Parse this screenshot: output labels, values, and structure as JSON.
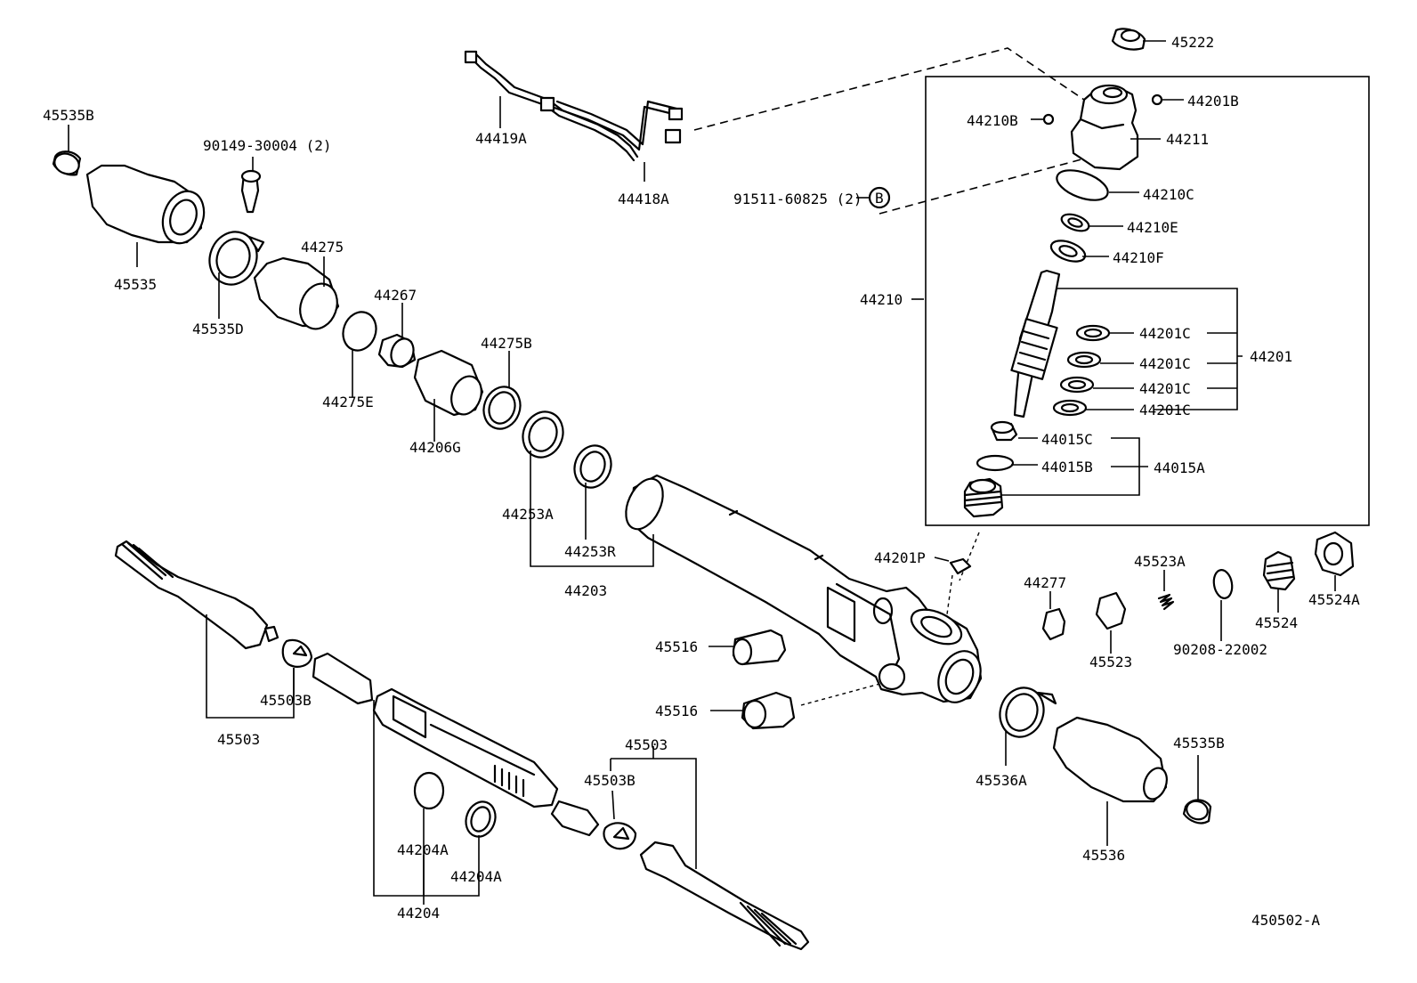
{
  "diagram_id": "450502-A",
  "circle_marker": "B",
  "parts": [
    {
      "id": "p45222",
      "text": "45222"
    },
    {
      "id": "p44201B",
      "text": "44201B"
    },
    {
      "id": "p44210B",
      "text": "44210B"
    },
    {
      "id": "p44211",
      "text": "44211"
    },
    {
      "id": "p44210C_top",
      "text": "44210C"
    },
    {
      "id": "p91511",
      "text": "91511-60825 (2)"
    },
    {
      "id": "p44210E",
      "text": "44210E"
    },
    {
      "id": "p44210F",
      "text": "44210F"
    },
    {
      "id": "p44210",
      "text": "44210"
    },
    {
      "id": "p44201C_1",
      "text": "44201C"
    },
    {
      "id": "p44201C_2",
      "text": "44201C"
    },
    {
      "id": "p44201C_3",
      "text": "44201C"
    },
    {
      "id": "p44201C_4",
      "text": "44201C"
    },
    {
      "id": "p44201",
      "text": "44201"
    },
    {
      "id": "p44015C",
      "text": "44015C"
    },
    {
      "id": "p44015B",
      "text": "44015B"
    },
    {
      "id": "p44015A",
      "text": "44015A"
    },
    {
      "id": "p44419A",
      "text": "44419A"
    },
    {
      "id": "p44418A",
      "text": "44418A"
    },
    {
      "id": "p45535B_top",
      "text": "45535B"
    },
    {
      "id": "p90149",
      "text": "90149-30004 (2)"
    },
    {
      "id": "p45535",
      "text": "45535"
    },
    {
      "id": "p44275",
      "text": "44275"
    },
    {
      "id": "p45535D",
      "text": "45535D"
    },
    {
      "id": "p44267",
      "text": "44267"
    },
    {
      "id": "p44275E",
      "text": "44275E"
    },
    {
      "id": "p44275B",
      "text": "44275B"
    },
    {
      "id": "p44206G",
      "text": "44206G"
    },
    {
      "id": "p44253A",
      "text": "44253A"
    },
    {
      "id": "p44253R",
      "text": "44253R"
    },
    {
      "id": "p44203",
      "text": "44203"
    },
    {
      "id": "p44201P",
      "text": "44201P"
    },
    {
      "id": "p44277",
      "text": "44277"
    },
    {
      "id": "p45523A",
      "text": "45523A"
    },
    {
      "id": "p45523",
      "text": "45523"
    },
    {
      "id": "p90208",
      "text": "90208-22002"
    },
    {
      "id": "p45524",
      "text": "45524"
    },
    {
      "id": "p45524A",
      "text": "45524A"
    },
    {
      "id": "p45516_1",
      "text": "45516"
    },
    {
      "id": "p45516_2",
      "text": "45516"
    },
    {
      "id": "p45503B_l",
      "text": "45503B"
    },
    {
      "id": "p45503_l",
      "text": "45503"
    },
    {
      "id": "p45503_r",
      "text": "45503"
    },
    {
      "id": "p45503B_r",
      "text": "45503B"
    },
    {
      "id": "p44204A_1",
      "text": "44204A"
    },
    {
      "id": "p44204A_2",
      "text": "44204A"
    },
    {
      "id": "p44204",
      "text": "44204"
    },
    {
      "id": "p45536A",
      "text": "45536A"
    },
    {
      "id": "p45535B_r",
      "text": "45535B"
    },
    {
      "id": "p45536",
      "text": "45536"
    }
  ]
}
